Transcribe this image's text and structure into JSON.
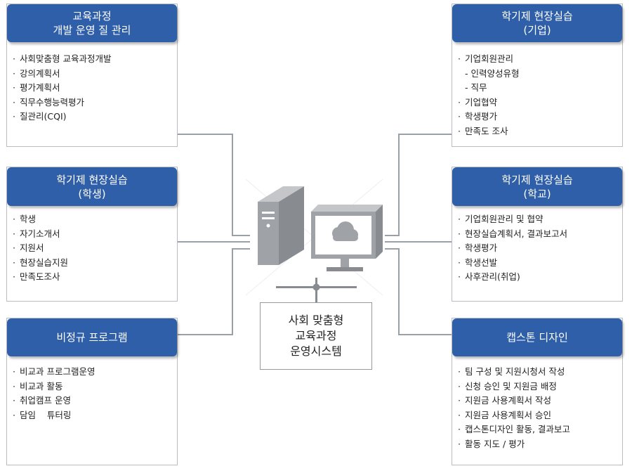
{
  "boxes": {
    "curriculum": {
      "title": [
        "교육과정",
        "개발 운영 질 관리"
      ],
      "items": [
        "사회맞춤형 교육과정개발",
        "강의계획서",
        "평가계획서",
        "직무수행능력평가",
        "질관리(CQI)"
      ]
    },
    "student": {
      "title": [
        "학기제 현장실습",
        "(학생)"
      ],
      "items": [
        "학생",
        "자기소개서",
        "지원서",
        "현장실습지원",
        "만족도조사"
      ]
    },
    "nonreg": {
      "title": [
        "비정규 프로그램"
      ],
      "items": [
        "비교과 프로그램운영",
        "비교과 활동",
        "취업캠프 운영",
        "담임    튜터링"
      ]
    },
    "company": {
      "title": [
        "학기제 현장실습",
        "(기업)"
      ],
      "items": [
        "기업회원관리",
        "- 인력양성유형",
        "- 직무",
        "기업협약",
        "학생평가",
        "만족도 조사"
      ]
    },
    "school": {
      "title": [
        "학기제 현장실습",
        "(학교)"
      ],
      "items": [
        "기업회원관리 및 협약",
        "현장실습계획서, 결과보고서",
        "학생평가",
        "학생선발",
        "사후관리(취업)"
      ]
    },
    "capstone": {
      "title": [
        "캡스톤 디자인"
      ],
      "items": [
        "팀 구성 및 지원시청서 작성",
        "신청 승인 및 지원금 배정",
        "지원금 사용계획서 작성",
        "지원금 사용계획서 승인",
        "캡스톤디자인 활동, 결과보고",
        "활동 지도 / 평가"
      ]
    }
  },
  "center": {
    "lines": [
      "사회 맞춤형",
      "교육과정",
      "운영시스템"
    ]
  },
  "colors": {
    "header_bg": "#2f5fa8",
    "header_text": "#ffffff",
    "connector": "#9aa0a8",
    "computer": "#9a9da2"
  },
  "icons": {
    "computer": "desktop-computer-icon",
    "cloud": "cloud-icon"
  }
}
